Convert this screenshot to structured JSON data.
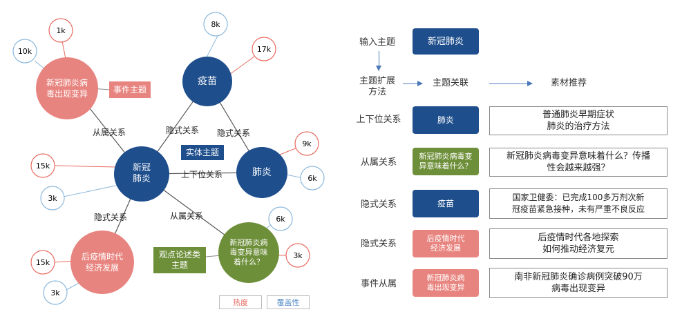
{
  "colors": {
    "navy": "#1e4e8c",
    "salmon": "#e8847f",
    "green": "#6e8f3a",
    "red_accent": "#e86a60",
    "blue_accent": "#8cb8dc",
    "line": "#555555"
  },
  "diagram": {
    "nodes": [
      {
        "id": "center",
        "label": "新冠\n肺炎",
        "color": "navy"
      },
      {
        "id": "vaccine",
        "label": "疫苗",
        "color": "navy"
      },
      {
        "id": "pneumonia",
        "label": "肺炎",
        "color": "navy"
      },
      {
        "id": "event",
        "label": "新冠肺炎病\n毒出现变异",
        "color": "salmon"
      },
      {
        "id": "post",
        "label": "后疫情时代\n经济发展",
        "color": "salmon"
      },
      {
        "id": "mutation",
        "label": "新冠肺炎病\n毒变异意味\n着什么？",
        "color": "green"
      }
    ],
    "counts": {
      "event_heat": "1k",
      "event_coverage": "10k",
      "vaccine_coverage": "8k",
      "vaccine_heat": "17k",
      "pneumonia_heat": "9k",
      "pneumonia_coverage": "6k",
      "center_heat": "15k",
      "center_coverage": "3k",
      "post_heat": "15k",
      "post_coverage": "3k",
      "mutation_coverage": "6k",
      "mutation_heat": "3k"
    },
    "relations": {
      "subordinate_top": "从属关系",
      "implicit_vaccine": "隐式关系",
      "implicit_pneumonia": "隐式关系",
      "hierarchy": "上下位关系",
      "implicit_post": "隐式关系",
      "subordinate_bottom": "从属关系"
    },
    "tags": {
      "event_topic": "事件主题",
      "entity_topic": "实体主题",
      "opinion_topic": "观点论述类\n主题"
    },
    "legend": {
      "heat": "热度",
      "coverage": "覆盖性"
    }
  },
  "right_panel": {
    "input_label": "输入主题",
    "input_value": "新冠肺炎",
    "expand_label": "主题扩展\n方法",
    "related_label": "主题关联",
    "recommend_label": "素材推荐",
    "rows": [
      {
        "relation": "上下位关系",
        "key": "肺炎",
        "key_color": "navy",
        "result": "普通肺炎早期症状\n肺炎的治疗方法"
      },
      {
        "relation": "从属关系",
        "key": "新冠肺炎病毒变\n异意味着什么？",
        "key_color": "green",
        "result": "新冠肺炎病毒变异意味着什么？传播\n性会越来越强？"
      },
      {
        "relation": "隐式关系",
        "key": "疫苗",
        "key_color": "navy",
        "result": "国家卫健委：已完成100多万剂次新\n冠疫苗紧急接种，未有严重不良反应"
      },
      {
        "relation": "隐式关系",
        "key": "后疫情时代\n经济发展",
        "key_color": "salmon",
        "result": "后疫情时代各地探索\n如何推动经济复元"
      },
      {
        "relation": "事件从属",
        "key": "新冠肺炎病\n毒出现变异",
        "key_color": "salmon",
        "result": "南非新冠肺炎确诊病例突破90万\n病毒出现变异"
      }
    ]
  }
}
